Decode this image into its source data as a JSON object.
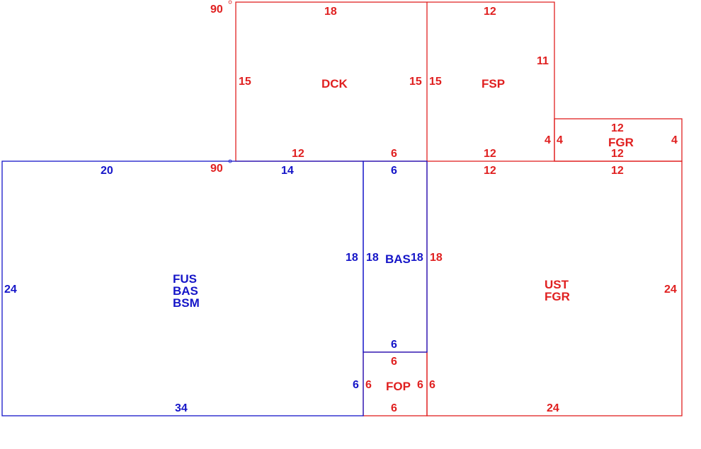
{
  "colors": {
    "red": "#e02020",
    "blue": "#1515c8"
  },
  "areas": {
    "dck": {
      "label": "DCK",
      "dims": {
        "top": "18",
        "left": "15",
        "right": "15",
        "bottom_left": "12",
        "bottom_right": "6"
      }
    },
    "fsp": {
      "label": "FSP",
      "dims": {
        "top": "12",
        "left": "15",
        "right": "11",
        "bottom": "12",
        "notch": "4"
      }
    },
    "fgr_small": {
      "label": "FGR",
      "dims": {
        "top": "12",
        "bottom": "12",
        "left": "4",
        "right": "4"
      }
    },
    "fus": {
      "labels": [
        "FUS",
        "BAS",
        "BSM"
      ],
      "dims": {
        "top_left": "20",
        "top_right": "14",
        "left": "24",
        "right": "18",
        "bottom": "34",
        "lower_right": "6"
      }
    },
    "bas": {
      "label": "BAS",
      "dims": {
        "top": "6",
        "left": "18",
        "right": "18",
        "bottom": "6"
      }
    },
    "fop": {
      "label": "FOP",
      "dims": {
        "top": "6",
        "left": "6",
        "right": "6",
        "bottom": "6"
      }
    },
    "ust": {
      "labels": [
        "UST",
        "FGR"
      ],
      "dims": {
        "top_left": "12",
        "top_right": "12",
        "left": "18",
        "lower_left": "6",
        "right": "24",
        "bottom": "24"
      }
    }
  },
  "angles": {
    "top": "90",
    "middle": "90"
  }
}
